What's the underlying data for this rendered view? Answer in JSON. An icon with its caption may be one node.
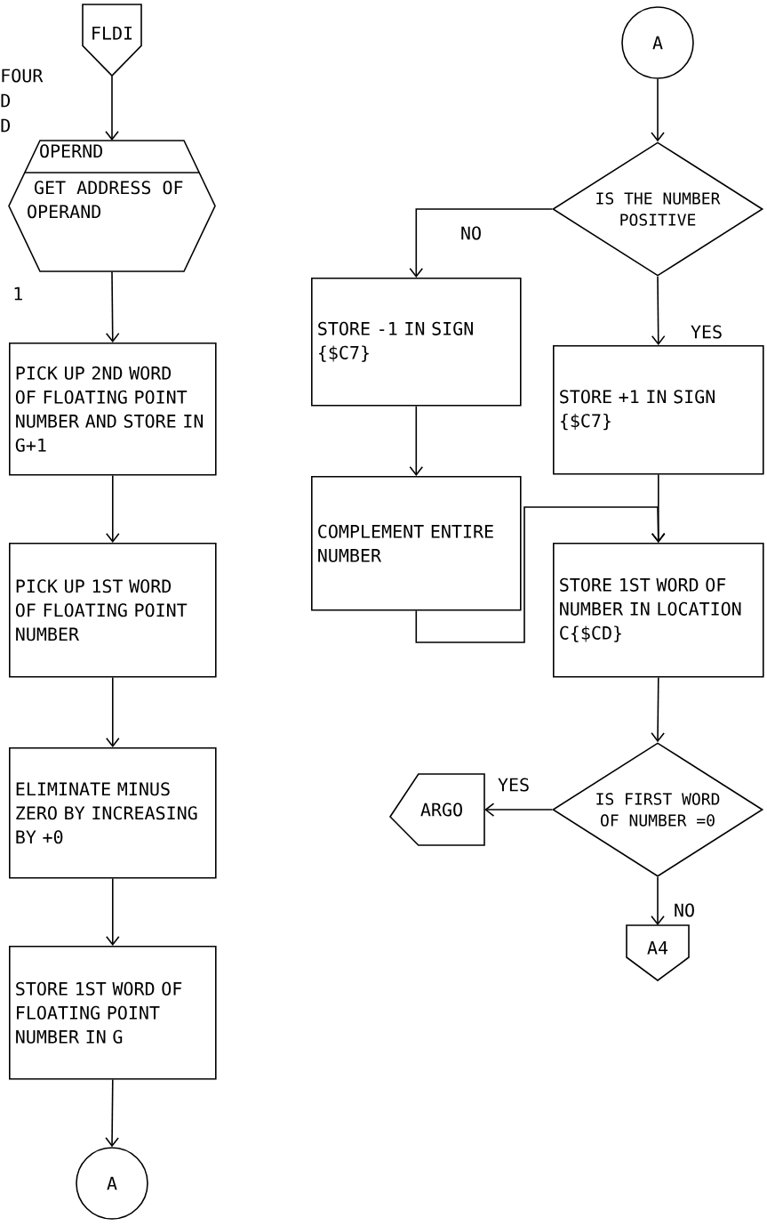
{
  "diagram": {
    "nodes": [
      {
        "text": [
          "FLDI"
        ]
      },
      {
        "text": [
          "OPERND",
          "GET ADDRESS OF OPERAND"
        ]
      },
      {
        "text": [
          "PICK UP 2ND WORD OF FLOATING POINT NUMBER AND STORE IN G+1"
        ]
      },
      {
        "text": [
          "PICK UP 1ST WORD OF FLOATING POINT NUMBER"
        ]
      },
      {
        "text": [
          "ELIMINATE MINUS ZERO BY INCREASING BY +0"
        ]
      },
      {
        "text": [
          "STORE 1ST WORD OF FLOATING POINT NUMBER IN G"
        ]
      },
      {
        "text": [
          "A"
        ]
      },
      {
        "text": [
          "A"
        ]
      },
      {
        "text": [
          "IS THE NUMBER POSITIVE"
        ]
      },
      {
        "text": [
          "STORE -1 IN SIGN {$C7}"
        ]
      },
      {
        "text": [
          "STORE +1 IN SIGN {$C7}"
        ]
      },
      {
        "text": [
          "COMPLEMENT ENTIRE NUMBER"
        ]
      },
      {
        "text": [
          "STORE 1ST WORD OF NUMBER IN LOCATION C{$CD}"
        ]
      },
      {
        "text": [
          "IS FIRST WORD OF NUMBER =0"
        ]
      },
      {
        "text": [
          "ARGO"
        ]
      },
      {
        "text": [
          "A4"
        ]
      }
    ],
    "edges": [
      {
        "from": 0,
        "to": 1,
        "arrow": "to"
      },
      {
        "from": 1,
        "to": 2,
        "arrow": "to"
      },
      {
        "from": 2,
        "to": 3,
        "arrow": "to"
      },
      {
        "from": 3,
        "to": 4,
        "arrow": "to"
      },
      {
        "from": 4,
        "to": 5,
        "arrow": "to"
      },
      {
        "from": 5,
        "to": 6,
        "arrow": "to"
      },
      {
        "from": 7,
        "to": 8,
        "arrow": "to"
      },
      {
        "from": 8,
        "to": 9,
        "arrow": "to",
        "label": "NO"
      },
      {
        "from": 8,
        "to": 10,
        "arrow": "to",
        "label": "YES"
      },
      {
        "from": 9,
        "to": 11,
        "arrow": "to"
      },
      {
        "from": 10,
        "to": 12,
        "arrow": "to"
      },
      {
        "from": 11,
        "to": 12,
        "arrow": "to"
      },
      {
        "from": 12,
        "to": 13,
        "arrow": "to"
      },
      {
        "from": 13,
        "to": 14,
        "arrow": "to",
        "label": "YES"
      },
      {
        "from": 13,
        "to": 15,
        "arrow": "to",
        "label": "NO"
      }
    ],
    "labels": [
      "FOUR",
      "D",
      "D",
      "1"
    ]
  }
}
